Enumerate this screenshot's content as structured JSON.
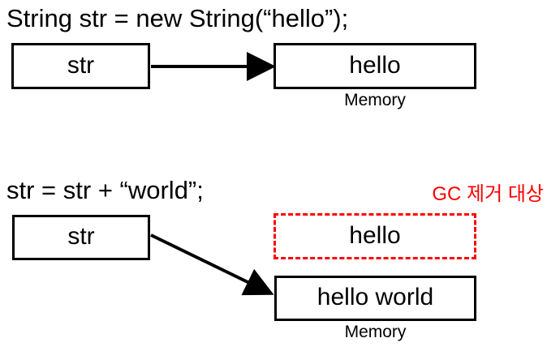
{
  "diagram": {
    "title_hidden": "Java String immutability and garbage collection diagram",
    "colors": {
      "stroke": "#000000",
      "background": "#ffffff",
      "gc_red": "#ff0000"
    },
    "sections": [
      {
        "id": "section-creation",
        "code": "String str = new String(“hello”);",
        "variable_box": {
          "label": "str"
        },
        "object_box": {
          "label": "hello"
        },
        "memory_label": "Memory",
        "arrow": {
          "kind": "straight-arrow",
          "from": "str",
          "to": "hello"
        }
      },
      {
        "id": "section-concat",
        "code": "str = str + “world”;",
        "variable_box": {
          "label": "str"
        },
        "orphan_box": {
          "label": "hello"
        },
        "object_box": {
          "label": "hello world"
        },
        "memory_label": "Memory",
        "gc_note": "GC 제거 대상",
        "arrow": {
          "kind": "diagonal-arrow",
          "from": "str",
          "to": "hello world"
        }
      }
    ]
  }
}
